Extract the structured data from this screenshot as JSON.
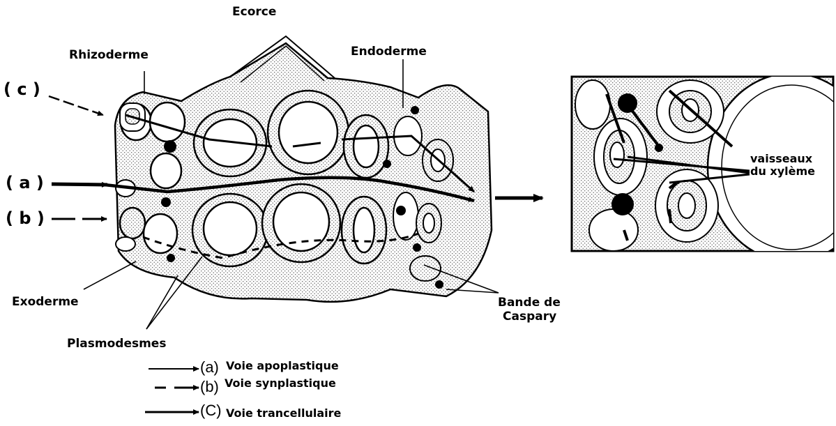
{
  "labels": {
    "ecorce": "Ecorce",
    "rhizoderme": "Rhizoderme",
    "endoderme": "Endoderme",
    "exoderme": "Exoderme",
    "plasmodesmes": "Plasmodesmes",
    "bande_caspary_line1": "Bande de",
    "bande_caspary_line2": "Caspary",
    "vaisseaux_line1": "vaisseaux",
    "vaisseaux_line2": "du xylème"
  },
  "pathways": [
    {
      "tag": "( c )",
      "style": "solid-arrow"
    },
    {
      "tag": "( a )",
      "style": "thick-arrow"
    },
    {
      "tag": "( b )",
      "style": "dashed-arrow"
    }
  ],
  "legend": [
    {
      "letter": "(a)",
      "text": "Voie apoplastique",
      "line_style": "solid"
    },
    {
      "letter": "(b)",
      "text": "Voie  synplastique",
      "line_style": "dashed"
    },
    {
      "letter": "(C)",
      "text": "Voie trancellulaire",
      "line_style": "thick"
    }
  ]
}
